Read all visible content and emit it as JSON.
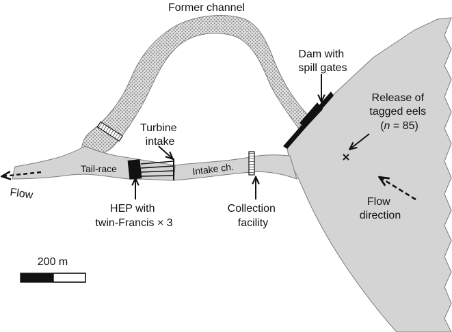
{
  "labels": {
    "former_channel": "Former channel",
    "dam_line1": "Dam with",
    "dam_line2": "spill gates",
    "release_line1": "Release of",
    "release_line2": "tagged eels",
    "release_line3_open": "(",
    "release_line3_n": "n",
    "release_line3_rest": " = 85)",
    "turbine_line1": "Turbine",
    "turbine_line2": "intake",
    "tail_race": "Tail-race",
    "intake_channel": "Intake ch.",
    "flow_left": "Flow",
    "hep_line1": "HEP with",
    "hep_line2": "twin-Francis × 3",
    "collection_line1": "Collection",
    "collection_line2": "facility",
    "flow_direction_line1": "Flow",
    "flow_direction_line2": "direction",
    "scale": "200 m"
  },
  "colors": {
    "water": "#d4d4d4",
    "outline": "#7a7a7a",
    "stipple": "#8e8e8e",
    "ink": "#111111"
  },
  "icons": {
    "release_point": "x-mark-icon"
  }
}
